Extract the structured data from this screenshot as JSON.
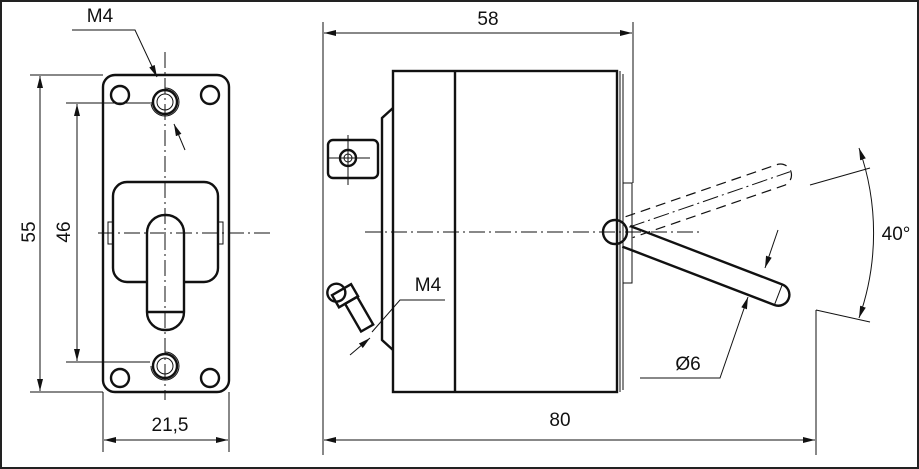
{
  "front_view": {
    "thread_label": "M4",
    "height_overall": "55",
    "hole_spacing": "46",
    "width": "21,5"
  },
  "side_view": {
    "body_depth": "58",
    "length_overall": "80",
    "thread_label": "M4",
    "lever_diameter": "Ø6",
    "lever_angle": "40°"
  }
}
